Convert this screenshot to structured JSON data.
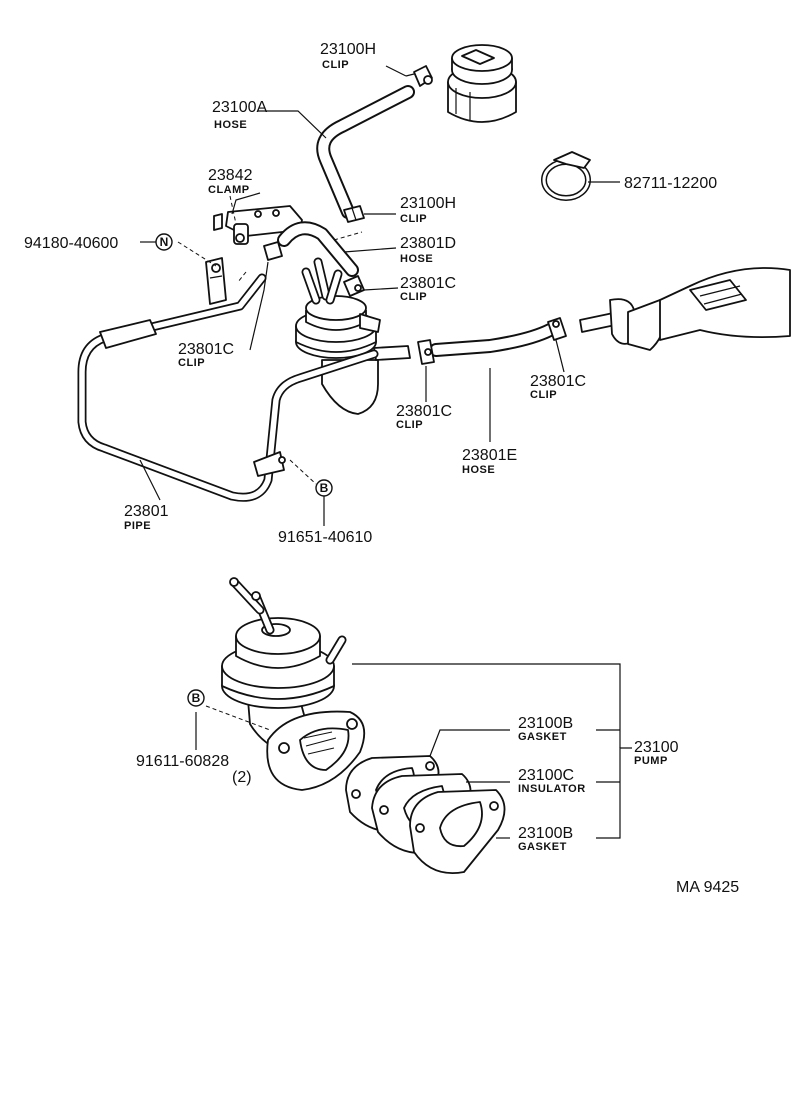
{
  "labels": {
    "clip_h_top": {
      "part": "23100H",
      "name": "CLIP"
    },
    "hose_a": {
      "part": "23100A",
      "name": "HOSE"
    },
    "clamp_82711": {
      "part": "82711-12200"
    },
    "clamp_23842": {
      "part": "23842",
      "name": "CLAMP"
    },
    "clip_h_mid": {
      "part": "23100H",
      "name": "CLIP"
    },
    "bolt_94180": {
      "part": "94180-40600",
      "symbol": "N"
    },
    "hose_d": {
      "part": "23801D",
      "name": "HOSE"
    },
    "clip_c_right_pump": {
      "part": "23801C",
      "name": "CLIP"
    },
    "clip_c_left": {
      "part": "23801C",
      "name": "CLIP"
    },
    "clip_c_far_right": {
      "part": "23801C",
      "name": "CLIP"
    },
    "clip_c_mid": {
      "part": "23801C",
      "name": "CLIP"
    },
    "hose_e": {
      "part": "23801E",
      "name": "HOSE"
    },
    "pipe": {
      "part": "23801",
      "name": "PIPE"
    },
    "bolt_91651": {
      "part": "91651-40610",
      "symbol": "B"
    },
    "bolt_91611": {
      "part": "91611-60828",
      "qty": "(2)",
      "symbol": "B"
    },
    "gasket_top": {
      "part": "23100B",
      "name": "GASKET"
    },
    "pump": {
      "part": "23100",
      "name": "PUMP"
    },
    "insulator": {
      "part": "23100C",
      "name": "INSULATOR"
    },
    "gasket_bottom": {
      "part": "23100B",
      "name": "GASKET"
    }
  },
  "diagram_code": "MA 9425"
}
